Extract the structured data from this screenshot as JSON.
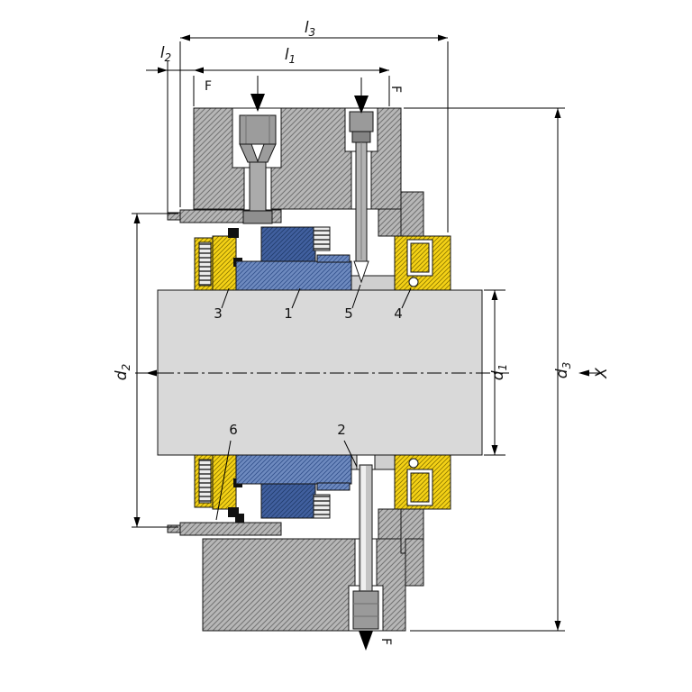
{
  "labels": {
    "l1": {
      "base": "l",
      "sub": "1"
    },
    "l2": {
      "base": "l",
      "sub": "2"
    },
    "l3": {
      "base": "l",
      "sub": "3"
    },
    "d1": {
      "base": "d",
      "sub": "1"
    },
    "d2": {
      "base": "d",
      "sub": "2"
    },
    "d3": {
      "base": "d",
      "sub": "3"
    },
    "section": "X",
    "force": "F"
  },
  "callouts": {
    "item1": "1",
    "item2": "2",
    "item3": "3",
    "item4": "4",
    "item5": "5",
    "item6": "6"
  },
  "colors": {
    "housing_gray": "#b7b7b7",
    "hatch_gray_line": "#757575",
    "gland_yellow": "#f5d216",
    "gland_yellow_hatch": "#8f7a00",
    "seal_blue": "#6e8abf",
    "seal_blue_hatch": "#35528e",
    "seal_blue_dark": "#41609f",
    "seal_blue_dark_hatch": "#223d6e",
    "shaft_gray": "#d9d9d9",
    "metal_gray": "#9c9c9c",
    "line_black": "#111111",
    "background": "#ffffff"
  }
}
